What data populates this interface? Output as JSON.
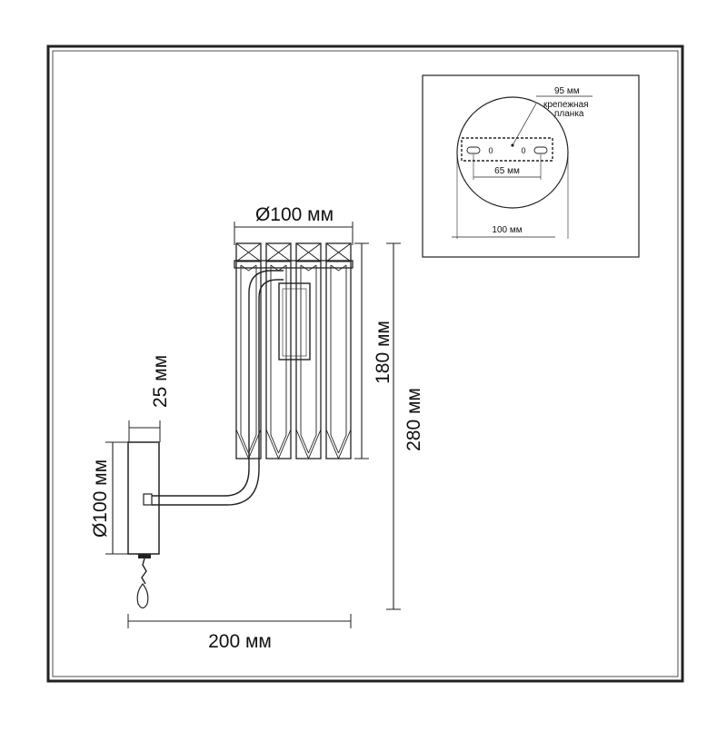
{
  "dimensions": {
    "top_diameter": "Ø100 мм",
    "height_shade": "180 мм",
    "height_total": "280 мм",
    "base_height": "25 мм",
    "base_diameter": "Ø100 мм",
    "width_total": "200 мм"
  },
  "inset": {
    "plate_length": "95 мм",
    "plate_label": "крепежная",
    "plate_label_2": "планка",
    "hole_spacing": "65 мм",
    "diameter": "100 мм",
    "hole_left": "0",
    "hole_right": "0"
  }
}
